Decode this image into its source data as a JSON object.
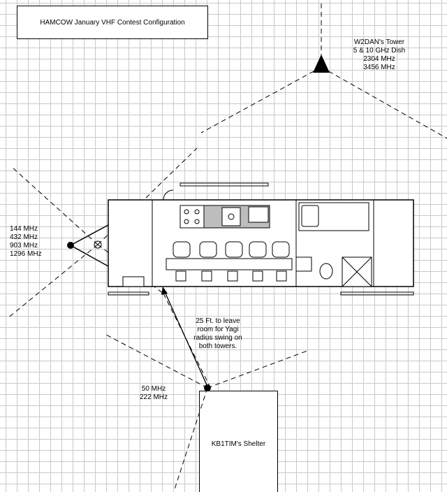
{
  "title": "HAMCOW January VHF Contest Configuration",
  "tower": {
    "lines": [
      "W2DAN's Tower",
      "5 & 10 GHz Dish",
      "2304 MHz",
      "3456 MHz"
    ]
  },
  "trailer_antenna": {
    "lines": [
      "144 MHz",
      "432 MHz",
      "903 MHz",
      "1296 MHz"
    ]
  },
  "note": {
    "lines": [
      "25 Ft. to leave",
      "room for Yagi",
      "radius swing on",
      "both towers."
    ]
  },
  "shelter_antenna": {
    "lines": [
      "50 MHz",
      "222 MHz"
    ]
  },
  "shelter": {
    "label": "KB1TIM's Shelter"
  }
}
